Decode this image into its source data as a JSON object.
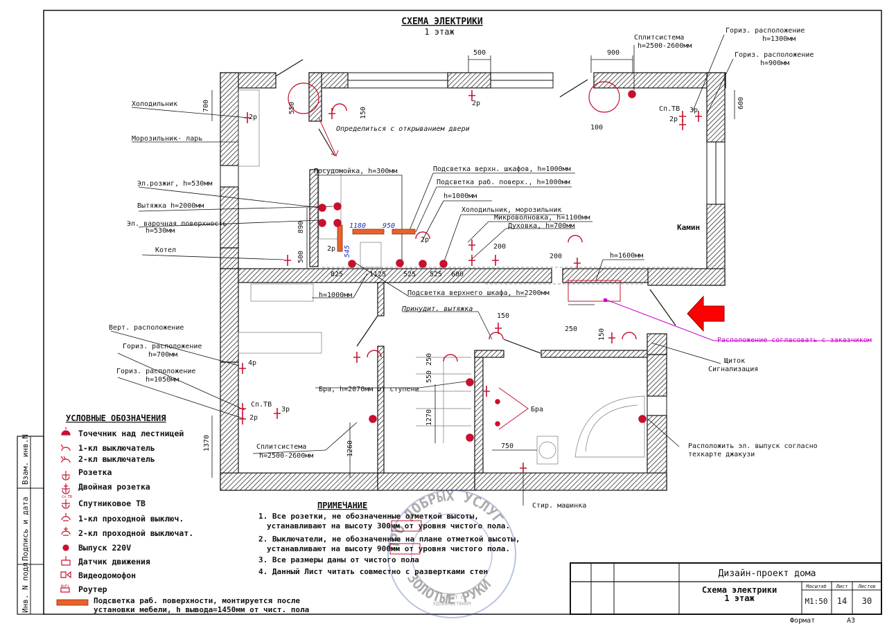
{
  "title": "СХЕМА ЭЛЕКТРИКИ",
  "subtitle": "1 этаж",
  "room_labels": {
    "fireplace": "Камин"
  },
  "annotations": {
    "fridge": "Холодильник",
    "freezer": "Морозильник- ларь",
    "ignition": "Эл.розжиг, h=530мм",
    "hood": "Вытяжка h=2000мм",
    "hob_line1": "Эл. варочная поверхность",
    "hob_line2": "h=530мм",
    "boiler": "Котел",
    "dishwasher": "Посудомойка, h=300мм",
    "upper_cab_light": "Подсветка верхн. шкафов, h=1000мм",
    "work_light": "Подсветка раб. поверх., h=1000мм",
    "h1000": "h=1000мм",
    "fridge_freezer": "Холодильник, морозильник",
    "microwave": "Микроволновка, h=1100мм",
    "oven": "Духовка, h=700мм",
    "h1600": "h=1600мм",
    "upper_cab_light_2200": "Подсветка верхнего шкафа, h=2200мм",
    "h1000_bottom": "h=1000мм",
    "forced_exhaust": "Принудит. вытяжка",
    "door_note": "Определиться с открыванием двери",
    "split_top": "Сплитсистема",
    "split_top_h": "h=2500-2600мм",
    "horiz_1300": "Гориз. расположение",
    "horiz_1300_h": "h=1300мм",
    "horiz_900": "Гориз. расположение",
    "horiz_900_h": "h=900мм",
    "agree": "Расположение согласовать с заказчиком",
    "panel": "Щиток",
    "alarm": "Сигнализация",
    "vert": "Верт. расположение",
    "horiz_700": "Гориз. расположение",
    "horiz_700_h": "h=700мм",
    "horiz_1050": "Гориз. расположение",
    "horiz_1050_h": "h=1050мм",
    "split_bottom": "Сплитсистема",
    "split_bottom_h": "h=2500-2600мм",
    "sconce_steps": "Бра, h=2070мм от ступени",
    "sconce": "Бра",
    "jacuzzi_line1": "Расположить эл. выпуск согласно",
    "jacuzzi_line2": "техкарте джакузи",
    "washer": "Стир. машинка",
    "sp_tv": "Сп.ТВ",
    "p2": "2р",
    "p3": "3р",
    "p4": "4р"
  },
  "dimensions": [
    "500",
    "900",
    "550",
    "150",
    "600",
    "700",
    "100",
    "890",
    "500",
    "1180",
    "950",
    "825",
    "1125",
    "525",
    "525",
    "600",
    "545",
    "200",
    "200",
    "250",
    "150",
    "150",
    "250",
    "550",
    "1270",
    "1370",
    "1260",
    "750"
  ],
  "legend": {
    "title": "УСЛОВНЫЕ ОБОЗНАЧЕНИЯ",
    "items": [
      {
        "icon": "stair-light-icon",
        "label": "Точечник над лестницей"
      },
      {
        "icon": "switch-1-icon",
        "label": "1-кл выключатель"
      },
      {
        "icon": "switch-2-icon",
        "label": "2-кл выключатель"
      },
      {
        "icon": "socket-icon",
        "label": "Розетка"
      },
      {
        "icon": "double-socket-icon",
        "label": "Двойная розетка"
      },
      {
        "icon": "satellite-tv-icon",
        "label": "Спутниковое ТВ"
      },
      {
        "icon": "pass-switch-1-icon",
        "label": "1-кл проходной выключ."
      },
      {
        "icon": "pass-switch-2-icon",
        "label": "2-кл проходной выключат."
      },
      {
        "icon": "outlet-220-icon",
        "label": "Выпуск 220V"
      },
      {
        "icon": "motion-sensor-icon",
        "label": "Датчик движения"
      },
      {
        "icon": "video-intercom-icon",
        "label": "Видеодомофон"
      },
      {
        "icon": "router-icon",
        "label": "Роутер"
      }
    ],
    "strip_label_1": "Подсветка раб. поверхности, монтируется после",
    "strip_label_2": "установки мебели, h вывода=1450мм от чист. пола",
    "tv_tag": "Сп.ТВ",
    "router_tag": "WiFi"
  },
  "notes": {
    "title": "ПРИМЕЧАНИЕ",
    "n1a": "1. Все розетки, не обозначенные отметкой высоты,",
    "n1b_pre": "устанавливают на высоту ",
    "n1b_val": "300мм",
    "n1b_post": " от уровня чистого пола.",
    "n2a": "2. Выключатели, не обозначенные на плане отметкой высоты,",
    "n2b_pre": "устанавливают на высоту ",
    "n2b_val": "900мм",
    "n2b_post": " от уровня чистого пола.",
    "n3": "3. Все размеры даны от чистого пола",
    "n4": "4. Данный Лист читать совместно с развертками стен"
  },
  "stamp": {
    "line1": "ПРО ДОБРЫХ УСЛУГ",
    "line2": "ЗОЛОТЫЕ РУКИ",
    "center1": "РЕМОНТ С",
    "center2": "УДОВОЛЬСТВИЕМ"
  },
  "side_labels": [
    "Взам. инв.N",
    "Подпись и дата",
    "Инв. N подл."
  ],
  "title_block": {
    "project": "Дизайн-проект дома",
    "sheet_title_1": "Схема электрики",
    "sheet_title_2": "1 этаж",
    "h_scale": "Масштаб",
    "h_sheet": "Лист",
    "h_sheets": "Листов",
    "scale": "М1:50",
    "sheet": "14",
    "sheets": "30",
    "format_label": "Формат",
    "format": "А3"
  },
  "colors": {
    "accent": "#c8102e",
    "magenta": "#cc00cc",
    "blue": "#1c2fbf",
    "strip": "#e8622c",
    "arrow": "#ff0000"
  }
}
